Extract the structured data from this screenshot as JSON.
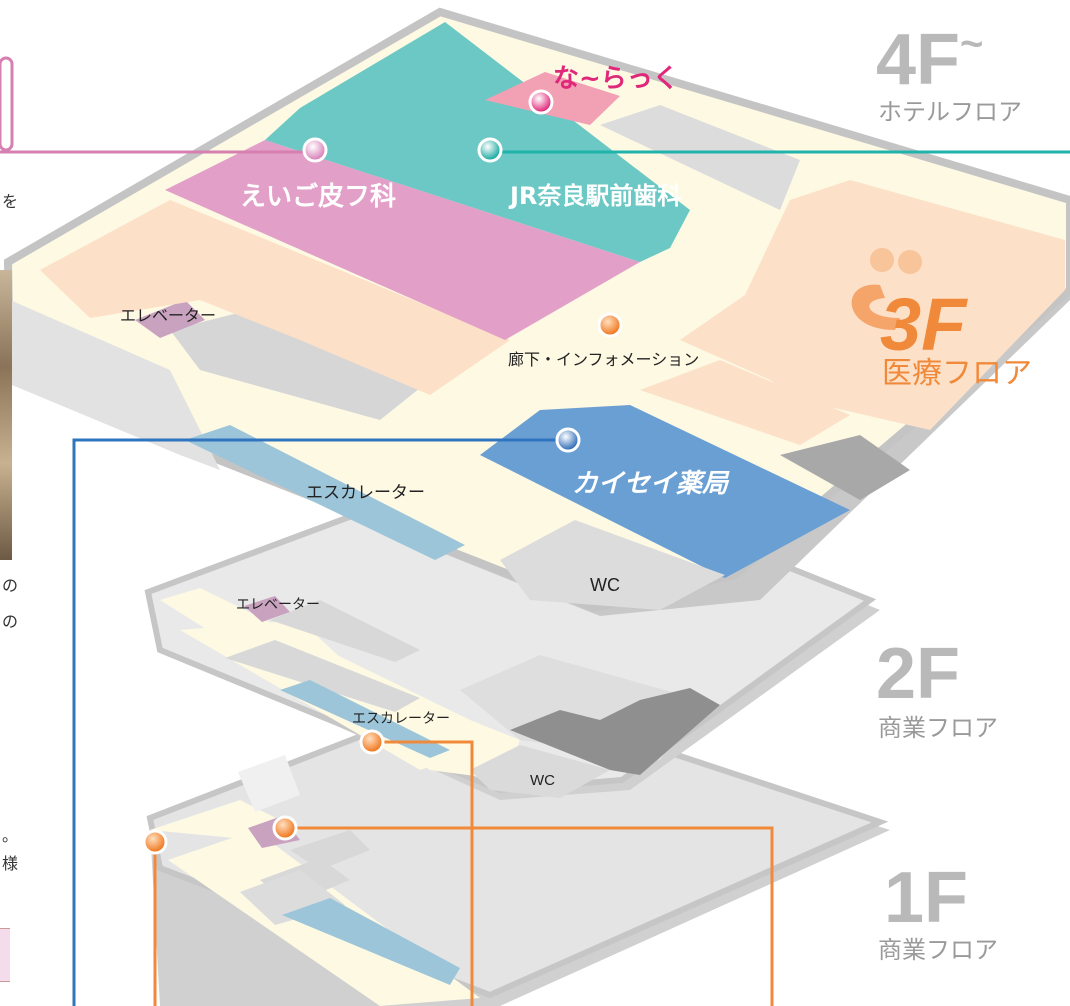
{
  "floors": {
    "f4": {
      "number": "4F",
      "tilde": "~",
      "name": "ホテルフロア"
    },
    "f3": {
      "number": "3F",
      "name": "医療フロア"
    },
    "f2": {
      "number": "2F",
      "name": "商業フロア"
    },
    "f1": {
      "number": "1F",
      "name": "商業フロア"
    }
  },
  "tenants": {
    "naracc": "な~らっく",
    "eigo_derm": "えいご皮フ科",
    "jr_dental": "JR奈良駅前歯科",
    "kaisei_pharmacy": "カイセイ薬局"
  },
  "facilities": {
    "elevator_3f": "エレベーター",
    "corridor_info": "廊下・インフォメーション",
    "escalator_3f": "エスカレーター",
    "wc_3f": "WC",
    "elevator_2f": "エレベーター",
    "escalator_2f": "エスカレーター",
    "wc_2f": "WC"
  },
  "edge_text": [
    "を",
    "の",
    "の",
    "。",
    "様"
  ],
  "colors": {
    "naracc": "#f2a0b4",
    "eigo_derm": "#e29fc8",
    "jr_dental": "#6cc8c4",
    "kaisei_pharmacy": "#6a9fd4",
    "corridor": "#fdf9e3",
    "floor_gray": "#e4e4e4",
    "block_peach": "#fde0c8",
    "escalator": "#9cc5d9",
    "accent_orange": "#f08a3a",
    "label_gray": "#b9b9b9"
  }
}
